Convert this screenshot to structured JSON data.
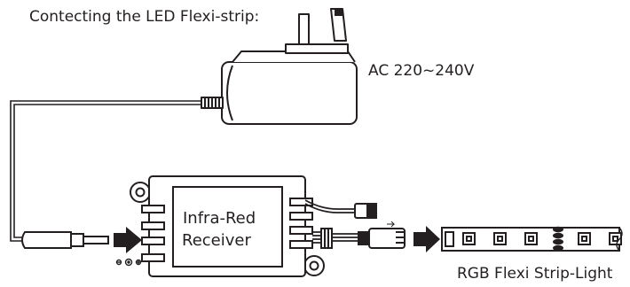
{
  "title": "Contecting the LED Flexi-strip:",
  "adapter": {
    "label": "AC 220~240V"
  },
  "receiver": {
    "label_line1": "Infra-Red",
    "label_line2": "Receiver"
  },
  "strip": {
    "label": "RGB Flexi Strip-Light"
  },
  "colors": {
    "ink": "#231f20",
    "background": "#ffffff"
  }
}
